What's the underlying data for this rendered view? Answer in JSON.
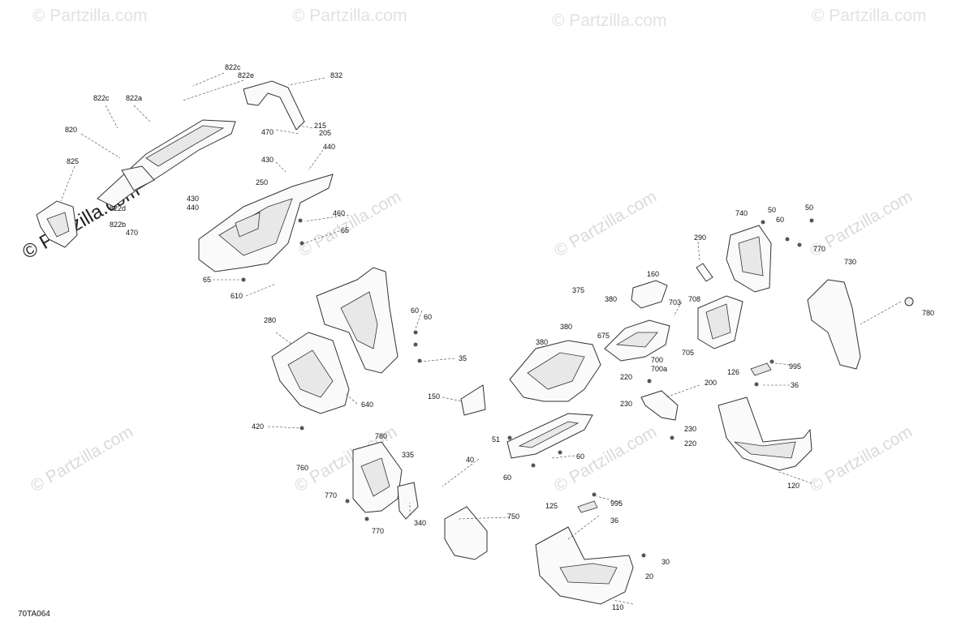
{
  "watermark": {
    "small": "© Partzilla.com",
    "main": "© Partzilla.com"
  },
  "diagram_code": "70TA064",
  "callouts": {
    "c822c_top": "822c",
    "c822e": "822e",
    "c832": "832",
    "c822c_left": "822c",
    "c822a": "822a",
    "c820": "820",
    "c825": "825",
    "c215": "215",
    "c205": "205",
    "c470_top": "470",
    "c440_top": "440",
    "c430_top": "430",
    "c250": "250",
    "c430_mid": "430",
    "c440_mid": "440",
    "c822d": "822d",
    "c822b": "822b",
    "c470_mid": "470",
    "c460": "460",
    "c65_a": "65",
    "c65_b": "65",
    "c610": "610",
    "c280": "280",
    "c60_a": "60",
    "c60_b": "60",
    "c35": "35",
    "c640": "640",
    "c420": "420",
    "c780_left": "780",
    "c335": "335",
    "c760": "760",
    "c770_a": "770",
    "c340": "340",
    "c770_b": "770",
    "c750": "750",
    "c150": "150",
    "c51": "51",
    "c40": "40",
    "c60_c": "60",
    "c60_d": "60",
    "c375": "375",
    "c380_a": "380",
    "c380_b": "380",
    "c380_c": "380",
    "c675": "675",
    "c160": "160",
    "c703": "703",
    "c708": "708",
    "c700": "700",
    "c700a": "700a",
    "c705": "705",
    "c290": "290",
    "c740": "740",
    "c50_a": "50",
    "c60_e": "60",
    "c50_b": "50",
    "c770_c": "770",
    "c730": "730",
    "c780_right": "780",
    "c220_a": "220",
    "c230_a": "230",
    "c200": "200",
    "c230_b": "230",
    "c220_b": "220",
    "c126": "126",
    "c995_a": "995",
    "c36_a": "36",
    "c120": "120",
    "c125": "125",
    "c995_b": "995",
    "c36_b": "36",
    "c30": "30",
    "c20": "20",
    "c110": "110"
  }
}
